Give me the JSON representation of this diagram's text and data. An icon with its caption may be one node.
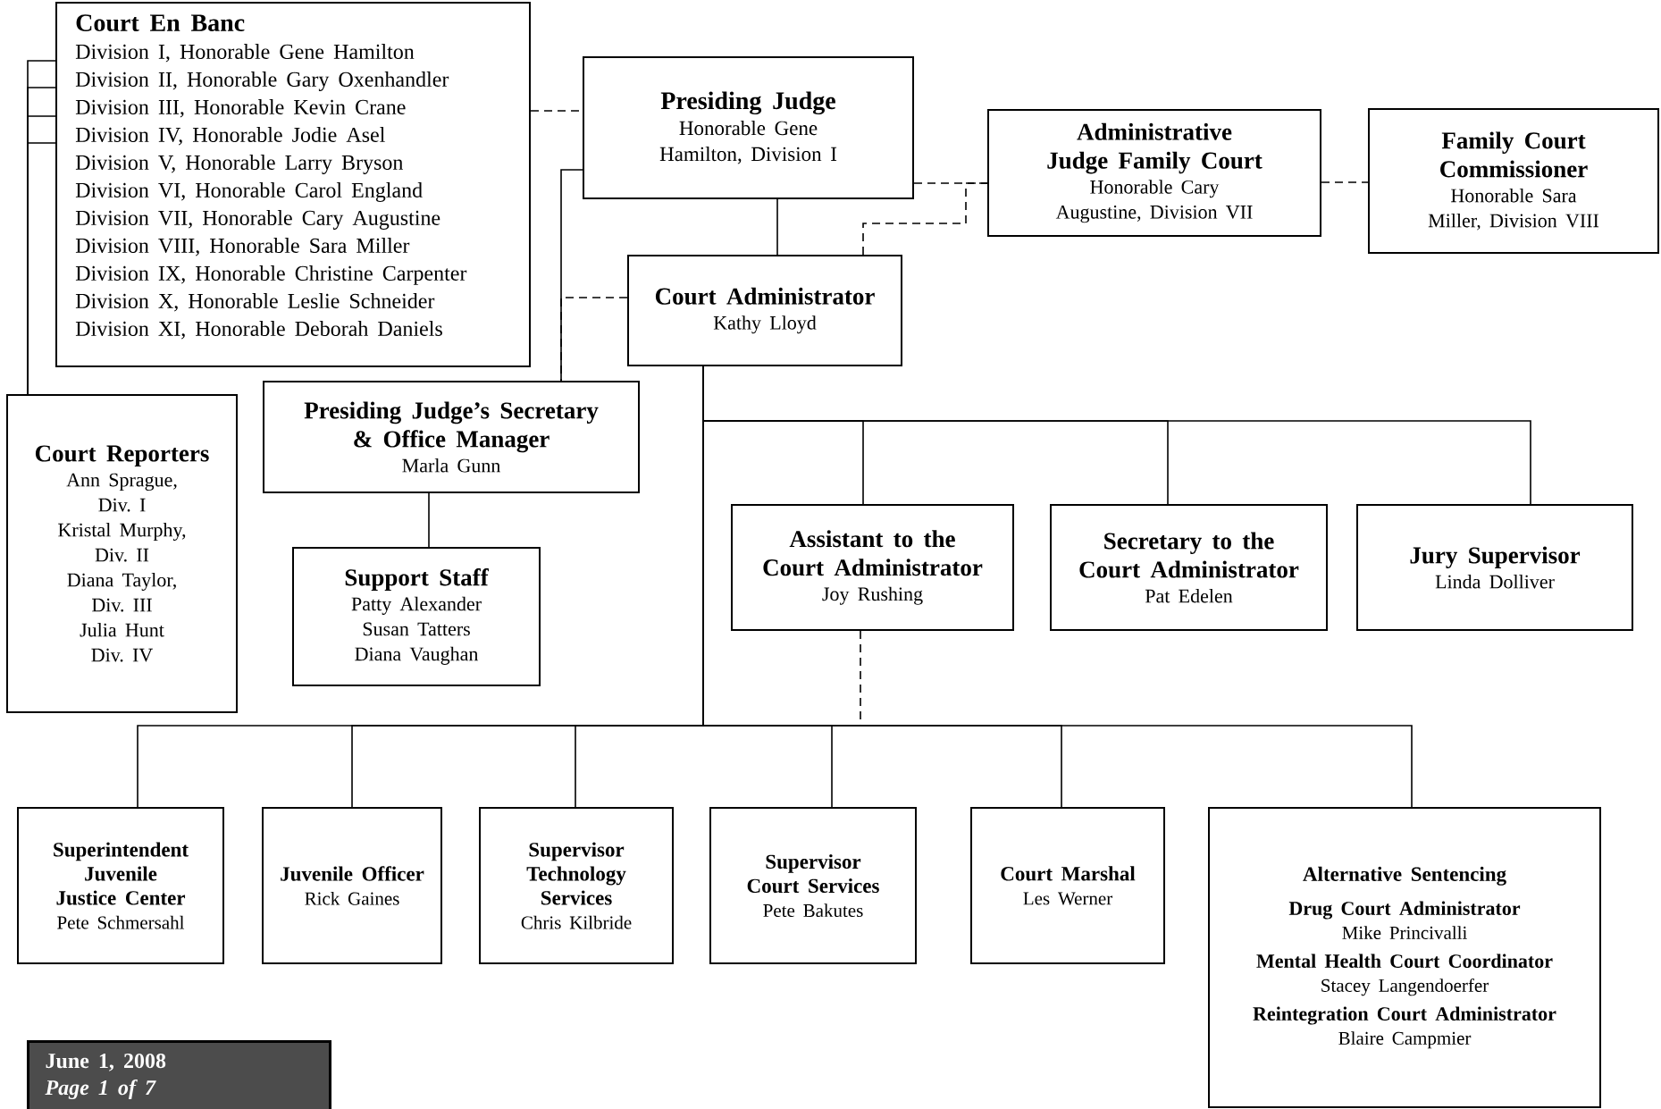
{
  "diagram": {
    "nodes": [
      {
        "text": [
          "Court En Banc",
          "Division I, Honorable Gene Hamilton",
          "Division II, Honorable Gary Oxenhandler",
          "Division III, Honorable Kevin Crane",
          "Division IV, Honorable Jodie Asel",
          "Division V, Honorable Larry Bryson",
          "Division VI, Honorable Carol England",
          "Division VII, Honorable Cary Augustine",
          "Division VIII, Honorable Sara Miller",
          "Division IX, Honorable Christine Carpenter",
          "Division X, Honorable Leslie Schneider",
          "Division XI, Honorable Deborah Daniels"
        ]
      },
      {
        "text": [
          "Presiding Judge",
          "Honorable Gene Hamilton, Division I"
        ]
      },
      {
        "text": [
          "Administrative Judge Family Court",
          "Honorable Cary Augustine, Division VII"
        ]
      },
      {
        "text": [
          "Family Court Commissioner",
          "Honorable Sara Miller, Division VIII"
        ]
      },
      {
        "text": [
          "Court Administrator",
          "Kathy Lloyd"
        ]
      },
      {
        "text": [
          "Court Reporters",
          "Ann Sprague,",
          "Div. I",
          "Kristal Murphy,",
          "Div. II",
          "Diana Taylor,",
          "Div. III",
          "Julia Hunt",
          "Div. IV"
        ]
      },
      {
        "text": [
          "Presiding Judge’s Secretary & Office Manager",
          "Marla Gunn"
        ]
      },
      {
        "text": [
          "Support Staff",
          "Patty Alexander",
          "Susan Tatters",
          "Diana Vaughan"
        ]
      },
      {
        "text": [
          "Assistant to the Court Administrator",
          "Joy Rushing"
        ]
      },
      {
        "text": [
          "Secretary to the Court Administrator",
          "Pat Edelen"
        ]
      },
      {
        "text": [
          "Jury Supervisor",
          "Linda Dolliver"
        ]
      },
      {
        "text": [
          "Superintendent Juvenile Justice Center",
          "Pete Schmersahl"
        ]
      },
      {
        "text": [
          "Juvenile Officer",
          "Rick Gaines"
        ]
      },
      {
        "text": [
          "Supervisor Technology Services",
          "Chris Kilbride"
        ]
      },
      {
        "text": [
          "Supervisor Court Services",
          "Pete Bakutes"
        ]
      },
      {
        "text": [
          "Court Marshal",
          "Les Werner"
        ]
      },
      {
        "text": [
          "Alternative Sentencing",
          "Drug Court Administrator",
          "Mike Princivalli",
          "Mental Health Court Coordinator",
          "Stacey Langendoerfer",
          "Reintegration Court Administrator",
          "Blaire Campmier"
        ]
      }
    ],
    "edges": [
      {
        "from": 0,
        "to": 1,
        "arrow": "none",
        "style": "dashed"
      },
      {
        "from": 1,
        "to": 4,
        "arrow": "none"
      },
      {
        "from": 1,
        "to": 2,
        "arrow": "none",
        "style": "dashed"
      },
      {
        "from": 4,
        "to": 2,
        "arrow": "none",
        "style": "dashed"
      },
      {
        "from": 2,
        "to": 3,
        "arrow": "none",
        "style": "dashed"
      },
      {
        "from": 1,
        "to": 6,
        "arrow": "none"
      },
      {
        "from": 4,
        "to": 6,
        "arrow": "none",
        "style": "dashed"
      },
      {
        "from": 6,
        "to": 7,
        "arrow": "none"
      },
      {
        "from": 0,
        "to": 5,
        "arrow": "none"
      },
      {
        "from": 0,
        "to": 5,
        "arrow": "none"
      },
      {
        "from": 0,
        "to": 5,
        "arrow": "none"
      },
      {
        "from": 0,
        "to": 5,
        "arrow": "none"
      },
      {
        "from": 4,
        "to": 8,
        "arrow": "none"
      },
      {
        "from": 4,
        "to": 9,
        "arrow": "none"
      },
      {
        "from": 4,
        "to": 10,
        "arrow": "none"
      },
      {
        "from": 4,
        "to": 11,
        "arrow": "none"
      },
      {
        "from": 4,
        "to": 12,
        "arrow": "none"
      },
      {
        "from": 4,
        "to": 13,
        "arrow": "none"
      },
      {
        "from": 4,
        "to": 14,
        "arrow": "none"
      },
      {
        "from": 4,
        "to": 15,
        "arrow": "none"
      },
      {
        "from": 4,
        "to": 16,
        "arrow": "none"
      },
      {
        "from": 8,
        "to": null,
        "arrow": "none",
        "style": "dashed"
      }
    ],
    "labels": [
      "June 1, 2008",
      "Page 1 of 7"
    ]
  }
}
